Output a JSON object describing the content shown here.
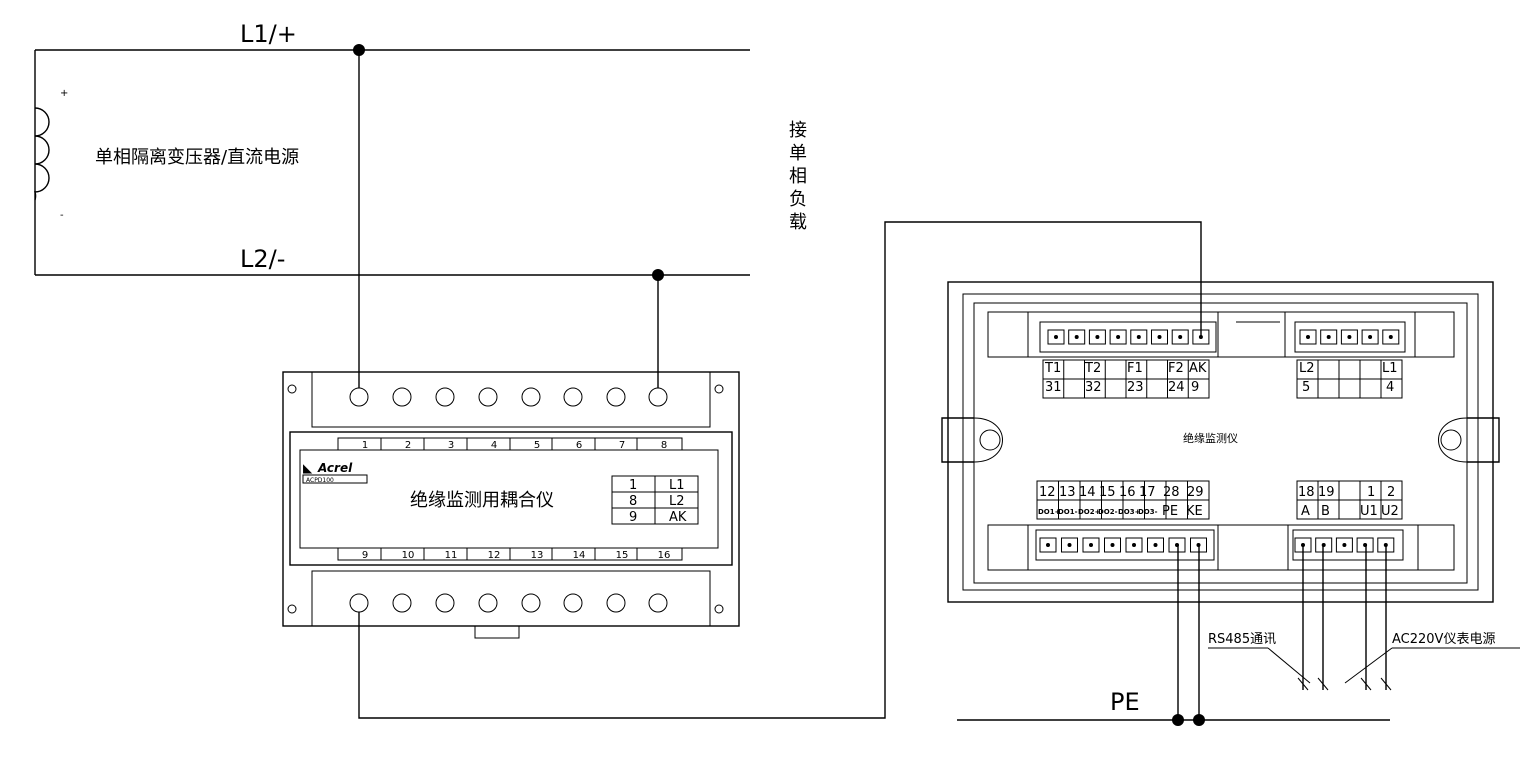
{
  "lines": {
    "l1": "L1/+",
    "l2": "L2/-",
    "pe": "PE"
  },
  "source": {
    "label": "单相隔离变压器/直流电源",
    "plus": "+",
    "minus": "-"
  },
  "load_label": [
    "接",
    "单",
    "相",
    "负",
    "载"
  ],
  "coupler": {
    "brand": "Acrel",
    "model": "ACPD100",
    "name": "绝缘监测用耦合仪",
    "top_terminals": [
      "1",
      "2",
      "3",
      "4",
      "5",
      "6",
      "7",
      "8"
    ],
    "bottom_terminals": [
      "9",
      "10",
      "11",
      "12",
      "13",
      "14",
      "15",
      "16"
    ],
    "legend": [
      [
        "1",
        "L1"
      ],
      [
        "8",
        "L2"
      ],
      [
        "9",
        "AK"
      ]
    ]
  },
  "monitor": {
    "name": "绝缘监测仪",
    "top_left_labels": [
      "T1",
      "T2",
      "F1",
      "F2",
      "AK"
    ],
    "top_left_numbers": [
      "31",
      "32",
      "23",
      "24",
      "9"
    ],
    "top_right_labels": [
      "L2",
      "L1"
    ],
    "top_right_numbers": [
      "5",
      "4"
    ],
    "bottom_left_numbers": [
      "12",
      "13",
      "14",
      "15",
      "16",
      "17",
      "28",
      "29"
    ],
    "bottom_left_labels": [
      "DO1+",
      "DO1-",
      "DO2+",
      "DO2-",
      "DO3+",
      "DO3-",
      "PE",
      "KE"
    ],
    "bottom_right_numbers": [
      "18",
      "19",
      "",
      "1",
      "2"
    ],
    "bottom_right_labels": [
      "A",
      "B",
      "",
      "U1",
      "U2"
    ]
  },
  "annotations": {
    "rs485": "RS485通讯",
    "ac220": "AC220V仪表电源"
  }
}
